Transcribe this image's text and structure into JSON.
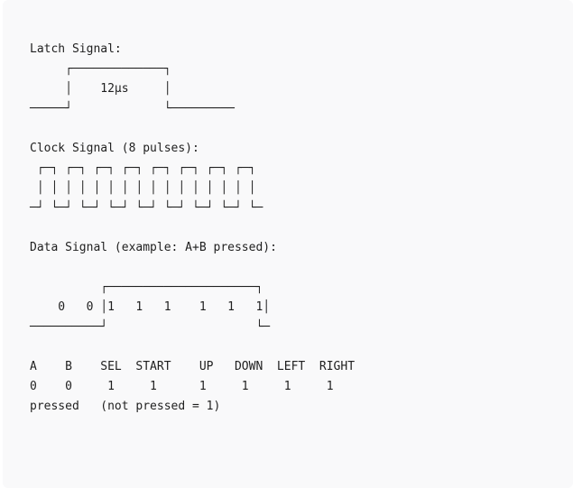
{
  "lines": [
    "Latch Signal:",
    "     ┌─────────────┐",
    "     │    12μs     │",
    "─────┘             └─────────",
    "",
    "Clock Signal (8 pulses):",
    " ┌─┐ ┌─┐ ┌─┐ ┌─┐ ┌─┐ ┌─┐ ┌─┐ ┌─┐",
    " │ │ │ │ │ │ │ │ │ │ │ │ │ │ │ │",
    "─┘ └─┘ └─┘ └─┘ └─┘ └─┘ └─┘ └─┘ └─",
    "",
    "Data Signal (example: A+B pressed):",
    "",
    "          ┌─────────────────────┐",
    "    0   0 │1   1   1    1   1   1│",
    "──────────┘                     └─",
    "",
    "A    B    SEL  START    UP   DOWN  LEFT  RIGHT",
    "0    0     1     1      1     1     1     1",
    "pressed   (not pressed = 1)"
  ]
}
